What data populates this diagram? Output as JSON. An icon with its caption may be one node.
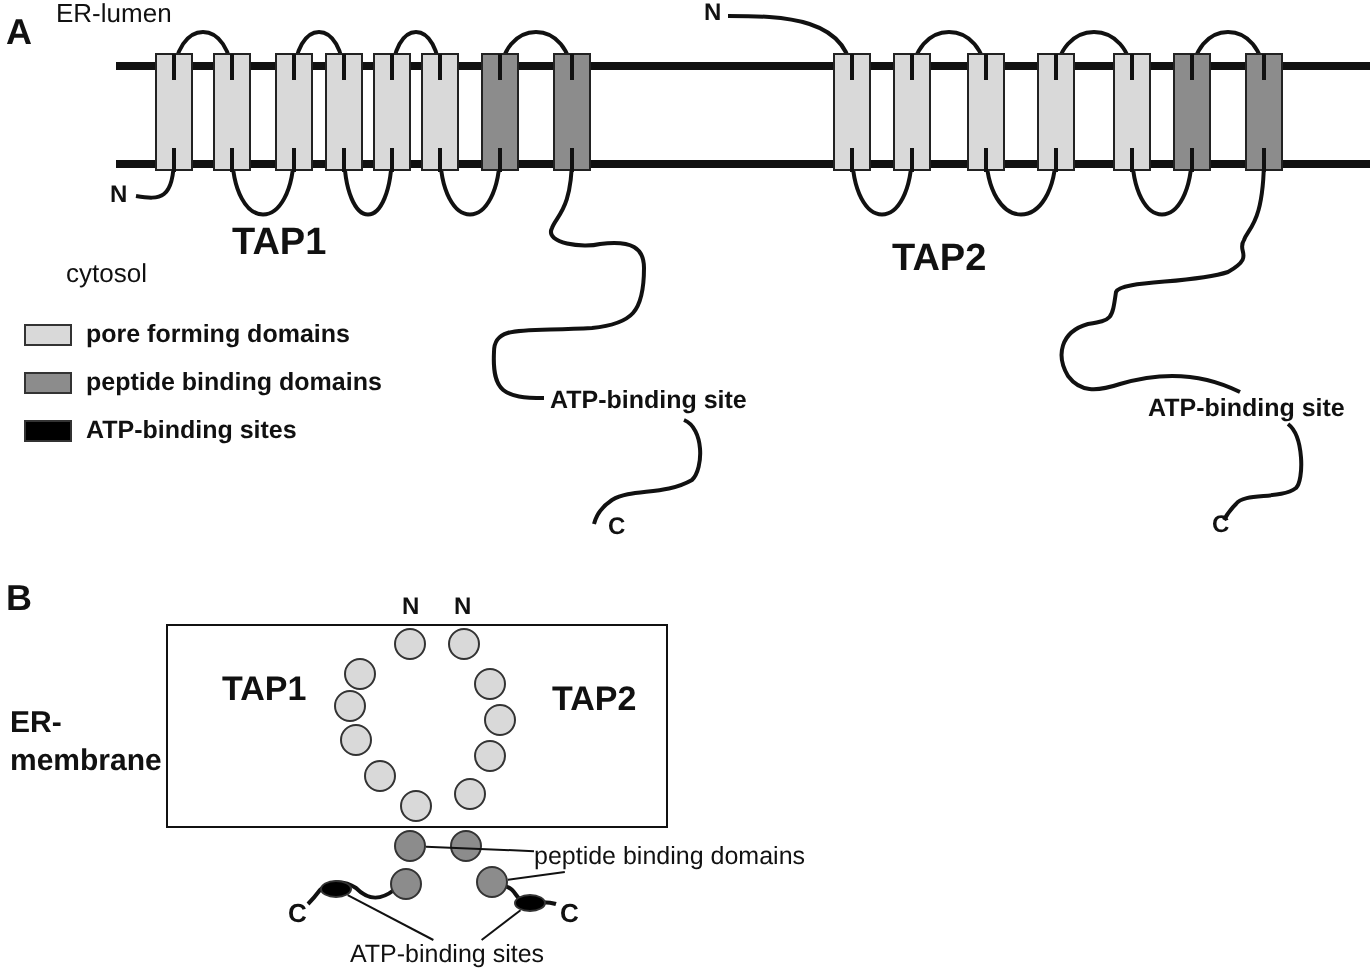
{
  "diagram": {
    "nodes": [
      {
        "text": [
          "TAP1",
          "TAP2"
        ],
        "beside": [
          "ER- membrane"
        ]
      },
      {
        "text": [
          "peptide binding domains"
        ]
      },
      {
        "text": [],
        "shape": "circle"
      },
      {
        "text": [],
        "shape": "circle"
      },
      {
        "text": [
          "ATP-binding sites"
        ]
      },
      {
        "text": [],
        "shape": "oval"
      },
      {
        "text": [],
        "shape": "oval"
      }
    ],
    "edges": [
      {
        "from": 1,
        "to": 2,
        "arrow": "none"
      },
      {
        "from": 1,
        "to": 3,
        "arrow": "none"
      },
      {
        "from": 4,
        "to": 5,
        "arrow": "none"
      },
      {
        "from": 4,
        "to": 6,
        "arrow": "none"
      }
    ],
    "labels": [
      "A",
      "ER-lumen",
      "N",
      "N",
      "TAP1",
      "TAP2",
      "cytosol",
      "ATP-binding site",
      "ATP-binding site",
      "C",
      "C",
      "B",
      "N",
      "N",
      "C",
      "C"
    ],
    "legend": [
      {
        "text": "pore forming domains",
        "color": "#d9d9d9"
      },
      {
        "text": "peptide binding domains",
        "color": "#8c8c8c"
      },
      {
        "text": "ATP-binding sites",
        "color": "#000000"
      }
    ]
  }
}
